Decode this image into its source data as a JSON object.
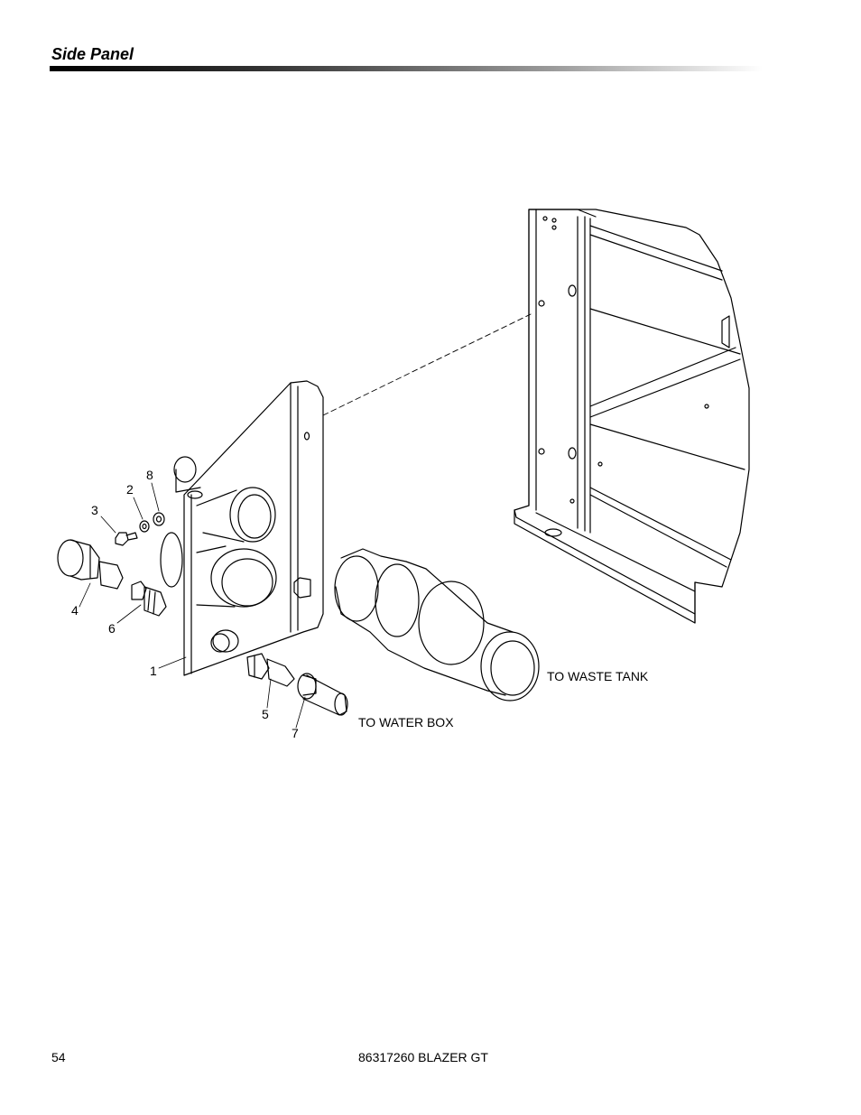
{
  "header": {
    "title": "Side Panel"
  },
  "callouts": [
    "1",
    "2",
    "3",
    "4",
    "5",
    "6",
    "7",
    "8"
  ],
  "notes": {
    "waste_tank": "TO WASTE TANK",
    "water_box": "TO WATER BOX"
  },
  "footer": {
    "page_number": "54",
    "doc_title": "86317260 BLAZER GT"
  }
}
